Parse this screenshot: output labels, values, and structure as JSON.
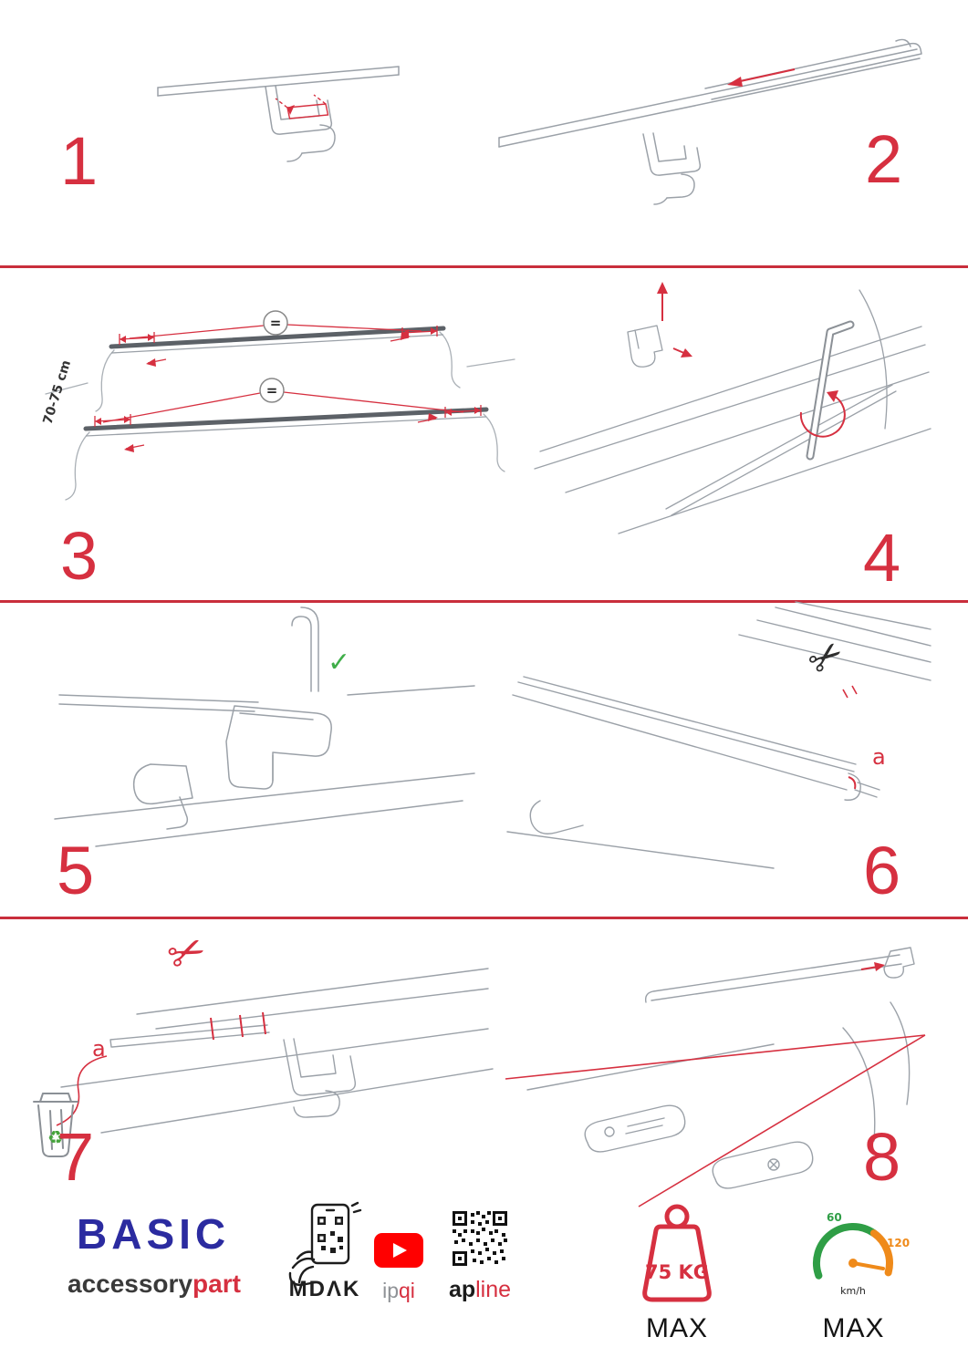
{
  "colors": {
    "accent_red": "#d63040",
    "brand_blue": "#2b2ba0",
    "drawing_gray": "#9ba1a8",
    "check_green": "#3fae49",
    "recycle_green": "#45a33b",
    "gauge_green": "#2f9e46",
    "gauge_orange": "#ef8a1a",
    "youtube_red": "#ff0000"
  },
  "steps": [
    {
      "number": "1"
    },
    {
      "number": "2"
    },
    {
      "number": "3"
    },
    {
      "number": "4"
    },
    {
      "number": "5"
    },
    {
      "number": "6"
    },
    {
      "number": "7"
    },
    {
      "number": "8"
    }
  ],
  "annotations": {
    "measurement": "70-75 cm",
    "equals": "=",
    "check": "✓",
    "scissors": "✂",
    "label_a": "a",
    "recycle": "♻"
  },
  "footer": {
    "brand": "BASIC",
    "logo_black": "accessory",
    "logo_red": "part",
    "qr_app": "MDΛK",
    "video_gray": "ip",
    "video_red": "qi",
    "site_black": "ap",
    "site_red": "line",
    "weight_value": "75 KG",
    "weight_max": "MAX",
    "speed_low": "60",
    "speed_high": "120",
    "speed_unit": "km/h",
    "speed_max": "MAX"
  }
}
